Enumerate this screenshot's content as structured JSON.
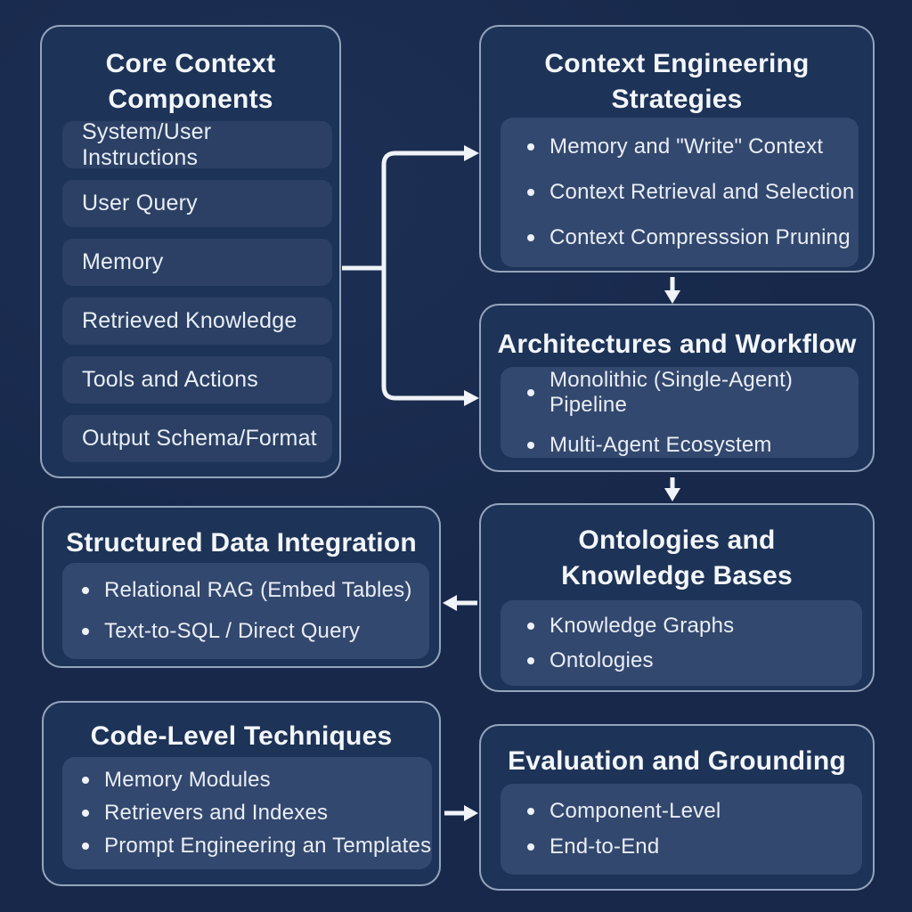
{
  "diagram": {
    "boxes": {
      "core_components": {
        "title": "Core Context Components",
        "items": [
          "System/User Instructions",
          "User Query",
          "Memory",
          "Retrieved Knowledge",
          "Tools and Actions",
          "Output Schema/Format"
        ]
      },
      "strategies": {
        "title": "Context Engineering Strategies",
        "bullets": [
          "Memory and \"Write\" Context",
          "Context Retrieval and Selection",
          "Context Compresssion Pruning"
        ]
      },
      "architectures": {
        "title": "Architectures and Workflow",
        "bullets": [
          "Monolithic (Single-Agent) Pipeline",
          "Multi-Agent Ecosystem"
        ]
      },
      "ontologies": {
        "title": "Ontologies and Knowledge Bases",
        "bullets": [
          "Knowledge Graphs",
          "Ontologies"
        ]
      },
      "structured_data": {
        "title": "Structured Data Integration",
        "bullets": [
          "Relational RAG (Embed Tables)",
          "Text-to-SQL / Direct Query"
        ]
      },
      "code_level": {
        "title": "Code-Level Techniques",
        "bullets": [
          "Memory Modules",
          "Retrievers and Indexes",
          "Prompt Engineering an Templates"
        ]
      },
      "evaluation": {
        "title": "Evaluation and Grounding",
        "bullets": [
          "Component-Level",
          "End-to-End"
        ]
      }
    },
    "colors": {
      "background": "#17284a",
      "box_fill": "#1d3357",
      "panel_fill": "#33486e",
      "item_fill": "#2b4064",
      "border": "#a9b9cf",
      "text": "#e9eef6",
      "arrow": "#f0f4f8"
    }
  }
}
